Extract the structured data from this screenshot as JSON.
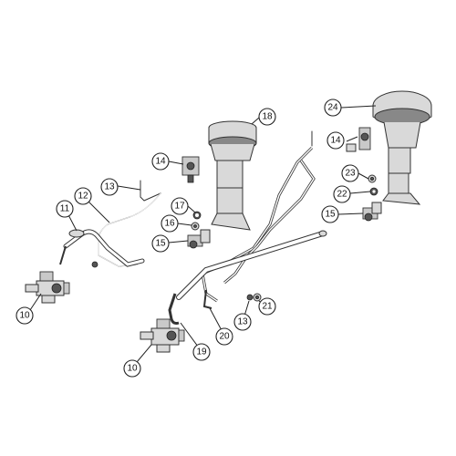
{
  "callouts": [
    {
      "label": "10"
    },
    {
      "label": "10"
    },
    {
      "label": "11"
    },
    {
      "label": "12"
    },
    {
      "label": "13"
    },
    {
      "label": "13"
    },
    {
      "label": "14"
    },
    {
      "label": "14"
    },
    {
      "label": "15"
    },
    {
      "label": "15"
    },
    {
      "label": "16"
    },
    {
      "label": "17"
    },
    {
      "label": "18"
    },
    {
      "label": "19"
    },
    {
      "label": "20"
    },
    {
      "label": "21"
    },
    {
      "label": "22"
    },
    {
      "label": "23"
    },
    {
      "label": "24"
    }
  ]
}
